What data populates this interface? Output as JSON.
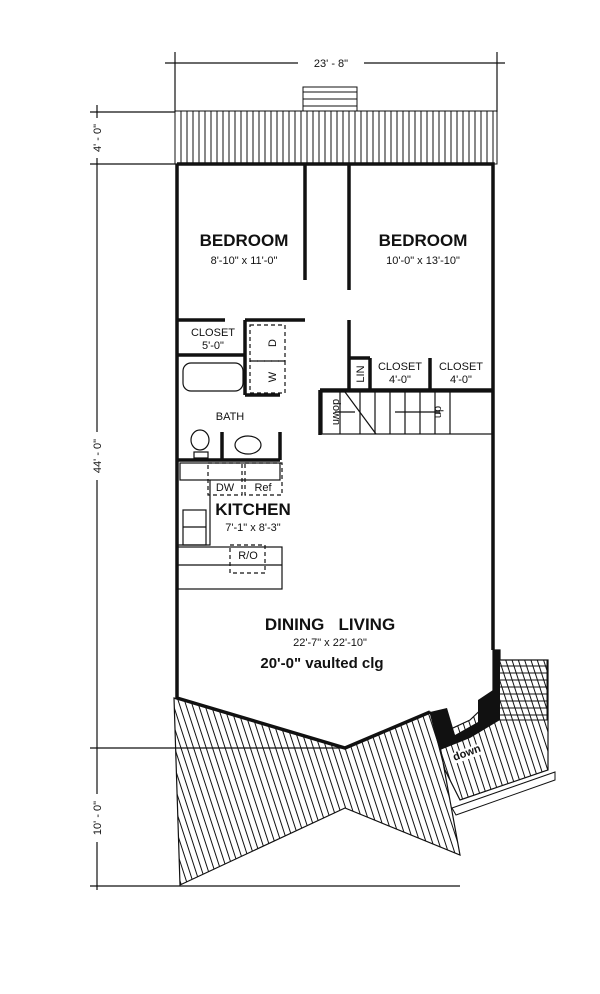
{
  "dimensions": {
    "width": "23' - 8\"",
    "top_deck": "4' - 0\"",
    "length": "44' - 0\"",
    "bottom_deck": "10' - 0\""
  },
  "rooms": {
    "bedroom1": {
      "name": "BEDROOM",
      "size": "8'-10\" x 11'-0\""
    },
    "bedroom2": {
      "name": "BEDROOM",
      "size": "10'-0\" x 13'-10\""
    },
    "closet1": {
      "name": "CLOSET",
      "size": "5'-0\""
    },
    "closet2": {
      "name": "CLOSET",
      "size": "4'-0\""
    },
    "closet3": {
      "name": "CLOSET",
      "size": "4'-0\""
    },
    "linen": "LIN",
    "washer": "W",
    "dryer": "D",
    "bath": "BATH",
    "kitchen": {
      "name": "KITCHEN",
      "size": "7'-1\" x 8'-3\"",
      "dw": "DW",
      "ref": "Ref",
      "range": "R/O"
    },
    "living": {
      "name": "DINING   LIVING",
      "size": "22'-7\" x 22'-10\"",
      "ceiling": "20'-0\" vaulted clg"
    }
  },
  "stairs": {
    "down": "down",
    "up": "up",
    "deck_down": "down"
  }
}
